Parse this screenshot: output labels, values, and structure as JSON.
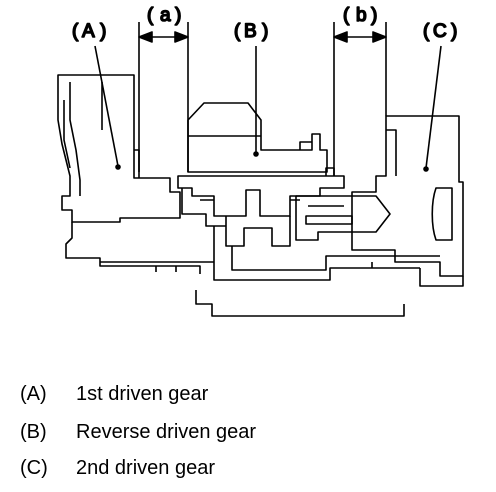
{
  "labels": {
    "a": "A",
    "b": "B",
    "c": "C",
    "dim_a": "a",
    "dim_b": "b"
  },
  "legend": [
    {
      "key": "(A)",
      "text": "1st driven gear"
    },
    {
      "key": "(B)",
      "text": "Reverse driven gear"
    },
    {
      "key": "(C)",
      "text": "2nd driven gear"
    }
  ]
}
